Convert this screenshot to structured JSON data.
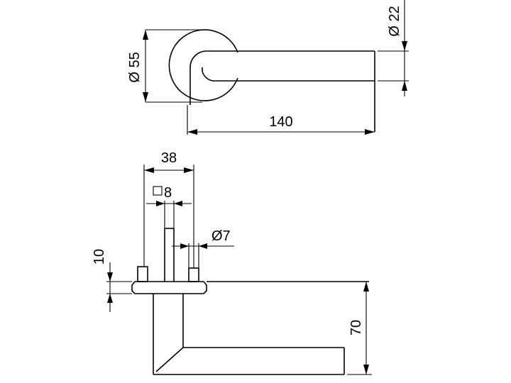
{
  "dimensions": {
    "rose_diameter": "Ø 55",
    "lever_diameter": "Ø 22",
    "lever_length": "140",
    "spindle_span": "38",
    "square_spindle": "8",
    "pin_diameter": "Ø7",
    "rose_thickness": "10",
    "lever_height": "70"
  }
}
